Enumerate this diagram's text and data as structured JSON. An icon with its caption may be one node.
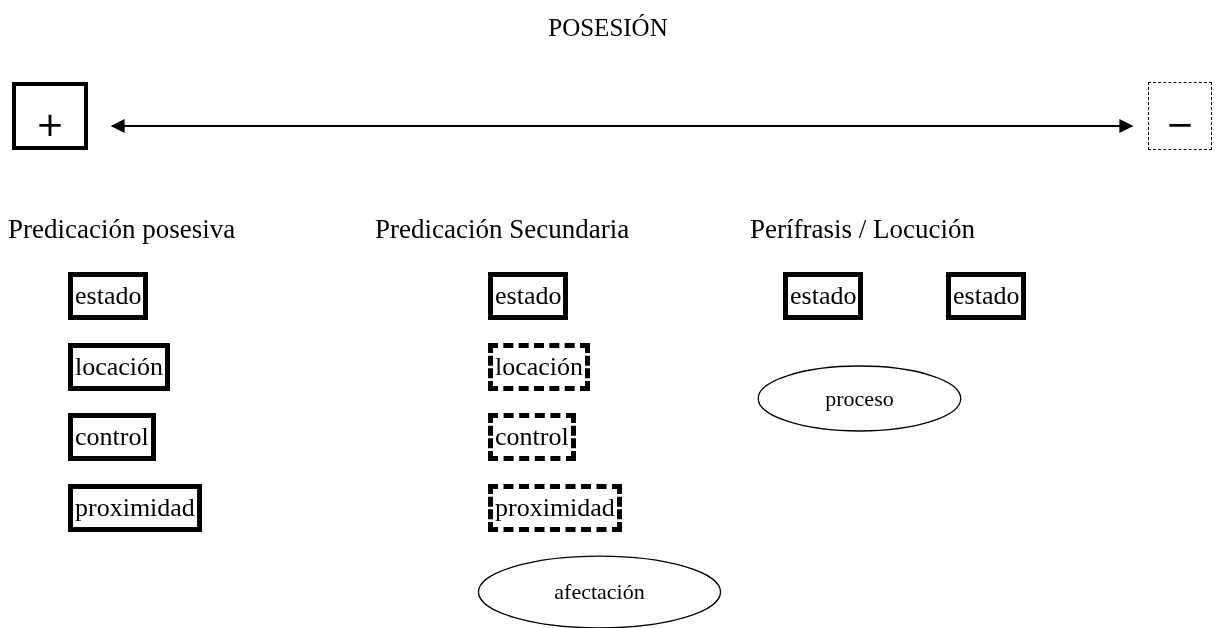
{
  "diagram": {
    "title": "POSESIÓN",
    "nodes": [
      {
        "text": [
          "+"
        ]
      },
      {
        "text": [
          "−"
        ]
      },
      {
        "text": [
          "estado"
        ]
      },
      {
        "text": [
          "locación"
        ]
      },
      {
        "text": [
          "control"
        ]
      },
      {
        "text": [
          "proximidad"
        ]
      },
      {
        "text": [
          "estado"
        ]
      },
      {
        "text": [
          "locación"
        ]
      },
      {
        "text": [
          "control"
        ]
      },
      {
        "text": [
          "proximidad"
        ]
      },
      {
        "text": [
          "afectación"
        ]
      },
      {
        "text": [
          "estado"
        ]
      },
      {
        "text": [
          "estado"
        ]
      },
      {
        "text": [
          "proceso"
        ]
      }
    ],
    "edges": [
      {
        "from": 0,
        "to": 1,
        "arrow": "both"
      }
    ],
    "labels": [
      "Predicación posesiva",
      "Predicación Secundaria",
      "Perífrasis / Locución"
    ]
  }
}
